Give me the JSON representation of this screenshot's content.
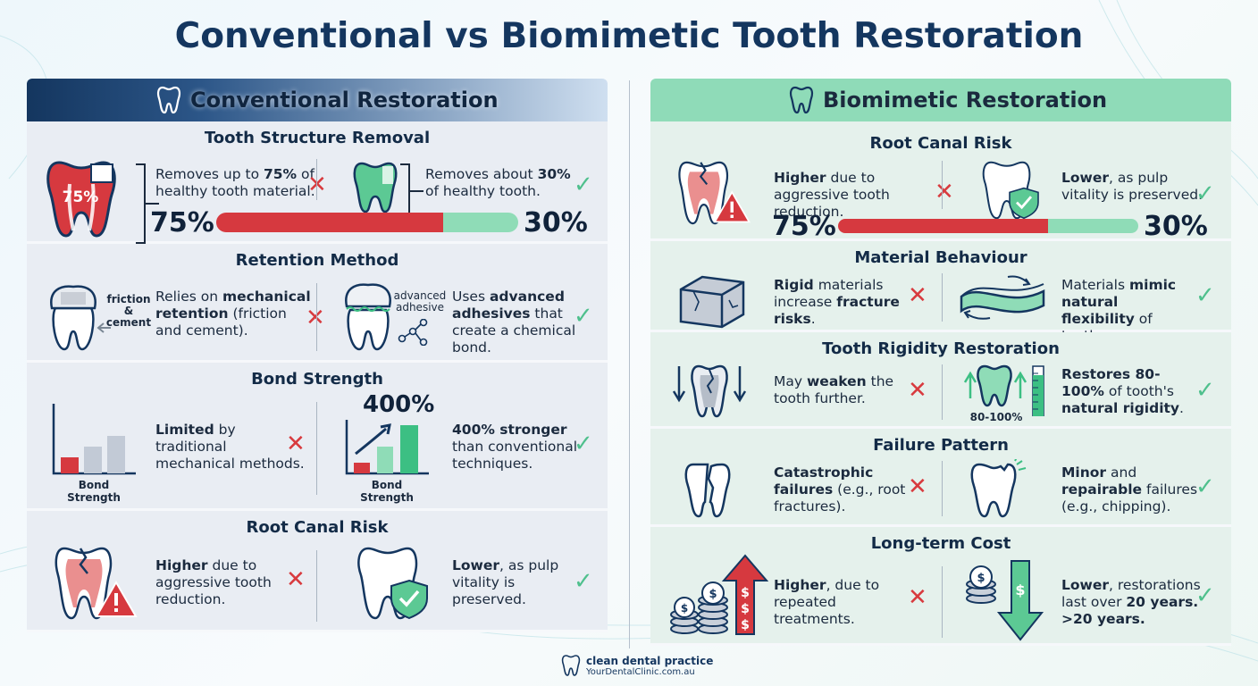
{
  "title": "Conventional vs Biomimetic Tooth Restoration",
  "colors": {
    "navy": "#14365f",
    "red": "#d6393f",
    "green": "#4fc08d",
    "mint": "#8fdbb8"
  },
  "left": {
    "header": "Conventional Restoration",
    "removal": {
      "title": "Tooth Structure Removal",
      "tooth_label": "75%",
      "bad_text_pre": "Removes up to ",
      "bad_text_bold": "75%",
      "bad_text_post": " of healthy tooth material.",
      "good_text_pre": "Removes about ",
      "good_text_bold": "30%",
      "good_text_post": " of healthy tooth.",
      "bar_left": "75%",
      "bar_right": "30%",
      "bar_red_fraction": 0.75
    },
    "retention": {
      "title": "Retention Method",
      "bad_label": "friction & cement",
      "good_label": "advanced adhesive",
      "bad_pre": "Relies on ",
      "bad_bold": "mechanical retention",
      "bad_post": " (friction and cement).",
      "good_pre": "Uses ",
      "good_bold": "advanced adhesives",
      "good_post": " that create a chemical bond."
    },
    "bond": {
      "title": "Bond Strength",
      "bad_chart_label": "Bond Strength",
      "good_chart_label": "Bond Strength",
      "good_chart_value": "400%",
      "bad_bold": "Limited",
      "bad_post": " by traditional mechanical methods.",
      "good_bold": "400% stronger",
      "good_post": " than conventional techniques."
    },
    "rootcanal": {
      "title": "Root Canal Risk",
      "bad_bold": "Higher",
      "bad_post": " due to aggressive tooth reduction.",
      "good_bold": "Lower",
      "good_post": ", as pulp vitality is preserved."
    }
  },
  "right": {
    "header": "Biomimetic Restoration",
    "rootcanal": {
      "title": "Root Canal Risk",
      "bad_bold": "Higher",
      "bad_post": " due to aggressive tooth reduction.",
      "good_bold": "Lower",
      "good_post": ", as pulp vitality is preserved.",
      "bar_left": "75%",
      "bar_right": "30%",
      "bar_red_fraction": 0.7
    },
    "material": {
      "title": "Material Behaviour",
      "bad_bold1": "Rigid",
      "bad_mid": " materials increase ",
      "bad_bold2": "fracture risks",
      "bad_post": ".",
      "good_pre": "Materials ",
      "good_bold": "mimic natural flexibility",
      "good_post": " of teeth."
    },
    "rigidity": {
      "title": "Tooth Rigidity Restoration",
      "bad_pre": "May ",
      "bad_bold": "weaken",
      "bad_post": " the tooth further.",
      "good_label": "80-100%",
      "good_bold1": "Restores 80-100%",
      "good_mid": " of tooth's ",
      "good_bold2": "natural rigidity",
      "good_post": "."
    },
    "failure": {
      "title": "Failure Pattern",
      "bad_bold": "Catastrophic failures",
      "bad_post": " (e.g., root fractures).",
      "good_bold1": "Minor",
      "good_mid": " and ",
      "good_bold2": "repairable",
      "good_post": " failures (e.g., chipping)."
    },
    "cost": {
      "title": "Long-term Cost",
      "bad_bold": "Higher",
      "bad_post": ", due to repeated treatments.",
      "good_bold1": "Lower",
      "good_mid": ", restorations last over ",
      "good_bold2": "20 years.",
      "good_bold3": ">20 years."
    }
  },
  "footer": {
    "brand": "clean dental practice",
    "url": "YourDentalClinic.com.au"
  }
}
